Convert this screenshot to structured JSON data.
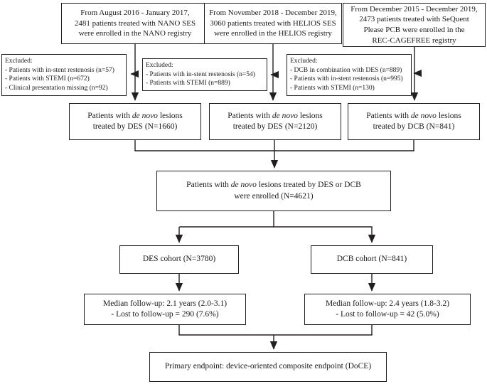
{
  "diagram": {
    "title": "Study enrollment flowchart",
    "colors": {
      "line": "#231f20",
      "text": "#1b1b1b",
      "background": "#ffffff"
    },
    "registries": [
      {
        "text": "From August 2016 - January 2017,\n2481 patients treated with NANO SES\nwere enrolled in the NANO registry"
      },
      {
        "text": "From November 2018 - December 2019,\n3060 patients treated with HELIOS SES\nwere enrolled in the HELIOS registry"
      },
      {
        "text": "From December 2015 - December 2019,\n2473 patients treated with SeQuent\nPlease PCB were enrolled in the\nREC-CAGEFREE registry"
      }
    ],
    "exclusions": [
      {
        "title": "Excluded:",
        "items": [
          "- Patients with in-stent restenosis (n=57)",
          "- Patients with STEMI (n=672)",
          "- Clinical presentation missing (n=92)"
        ]
      },
      {
        "title": "Excluded:",
        "items": [
          "- Patients with in-stent restenosis (n=54)",
          "- Patients with STEMI (n=889)"
        ]
      },
      {
        "title": "Excluded:",
        "items": [
          "- DCB in combination with DES (n=889)",
          "- Patients with in-stent restenosis (n=995)",
          "- Patients with STEMI (n=130)"
        ]
      }
    ],
    "denovo": [
      {
        "pre": "Patients with ",
        "italic": "de novo",
        "post": " lesions\ntreated by DES (N=1660)"
      },
      {
        "pre": "Patients with ",
        "italic": "de novo",
        "post": " lesions\ntreated by DES (N=2120)"
      },
      {
        "pre": "Patients with ",
        "italic": "de novo",
        "post": " lesions\ntreated by DCB (N=841)"
      }
    ],
    "enrolled": {
      "pre": "Patients with ",
      "italic": "de novo",
      "post": " lesions treated by DES or DCB\nwere enrolled (N=4621)"
    },
    "cohorts": [
      {
        "label": "DES cohort (N=3780)"
      },
      {
        "label": "DCB cohort (N=841)"
      }
    ],
    "followups": [
      {
        "text": "Median follow-up: 2.1 years (2.0-3.1)\n- Lost to follow-up = 290 (7.6%)"
      },
      {
        "text": "Median follow-up: 2.4 years (1.8-3.2)\n- Lost to follow-up = 42 (5.0%)"
      }
    ],
    "endpoint": {
      "text": "Primary endpoint: device-oriented composite endpoint (DoCE)"
    }
  }
}
